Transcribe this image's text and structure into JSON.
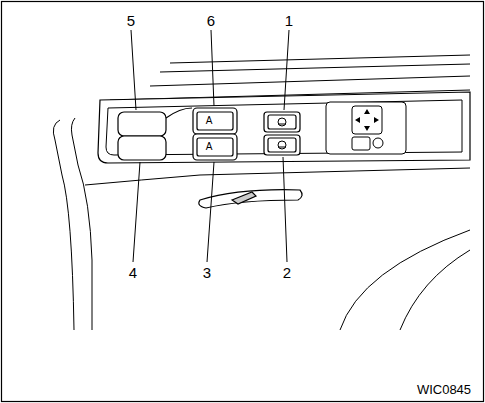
{
  "diagram": {
    "labels": [
      "5",
      "6",
      "1",
      "A",
      "A",
      "4",
      "3",
      "2",
      "WIC0845"
    ]
  }
}
